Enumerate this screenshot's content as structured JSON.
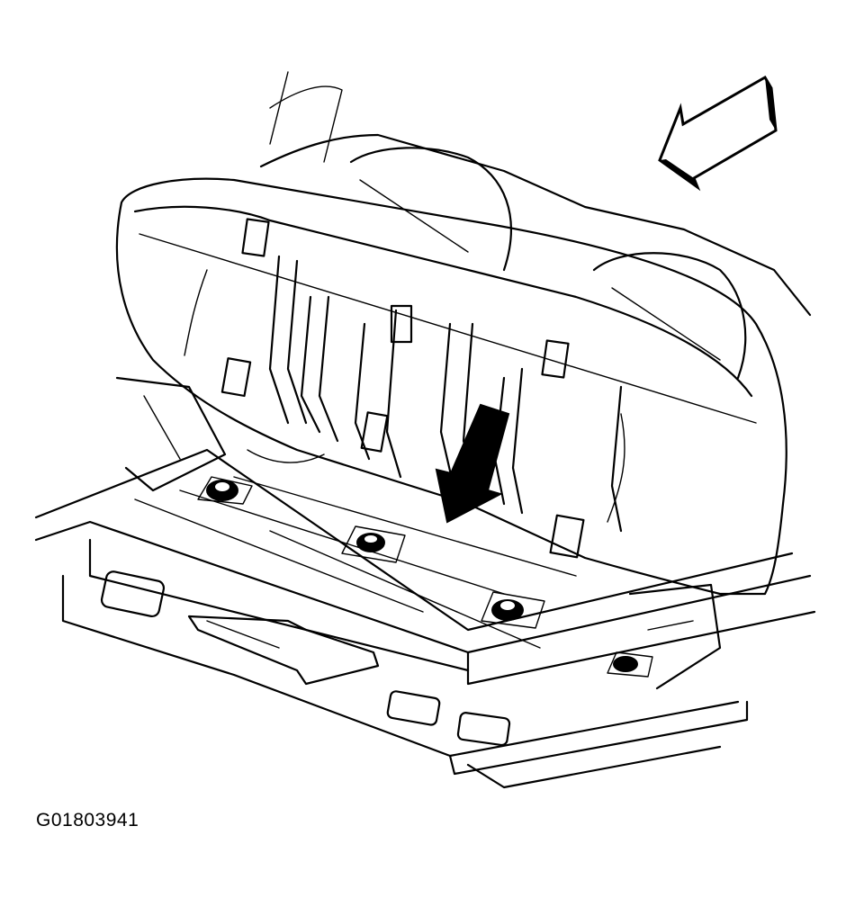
{
  "figure": {
    "id": "G01803941"
  },
  "arrows": {
    "view_direction": {
      "style": "outlined",
      "color": "#000000"
    },
    "pointer": {
      "style": "filled",
      "color": "#000000"
    }
  }
}
